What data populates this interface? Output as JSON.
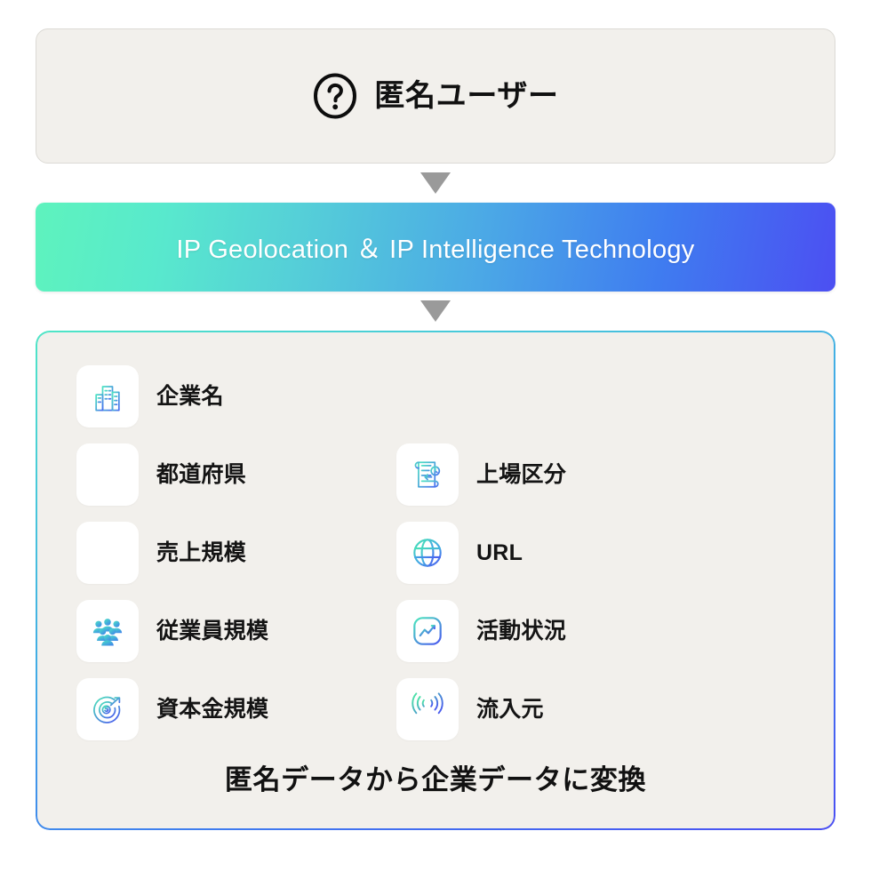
{
  "source_block": {
    "icon": "question-circle-icon",
    "label": "匿名ユーザー"
  },
  "connector": {
    "icon": "down-triangle-arrow-icon",
    "color": "#9a9a9a"
  },
  "technology_banner": {
    "label": "IP Geolocation ＆ IP Intelligence Technology",
    "gradient_start": "#5ef3bd",
    "gradient_end": "#4c4ff2",
    "text_color": "#ffffff"
  },
  "result_panel": {
    "border_gradient_start": "#4fe6c6",
    "border_gradient_end": "#4a4ef3",
    "background": "#f2f0ec",
    "caption": "匿名データから企業データに変換",
    "attributes": [
      {
        "label": "企業名",
        "icon": "office-building-icon",
        "icon_present": true,
        "column": "left"
      },
      {
        "label": "都道府県",
        "icon": "blank-tile-icon",
        "icon_present": false,
        "column": "left"
      },
      {
        "label": "売上規模",
        "icon": "blank-tile-icon",
        "icon_present": false,
        "column": "left"
      },
      {
        "label": "従業員規模",
        "icon": "people-group-icon",
        "icon_present": true,
        "column": "left"
      },
      {
        "label": "資本金規模",
        "icon": "coin-target-icon",
        "icon_present": true,
        "column": "left"
      },
      {
        "label": "上場区分",
        "icon": "document-scroll-icon",
        "icon_present": true,
        "column": "right"
      },
      {
        "label": "URL",
        "icon": "globe-icon",
        "icon_present": true,
        "column": "right"
      },
      {
        "label": "活動状況",
        "icon": "trend-chart-icon",
        "icon_present": true,
        "column": "right"
      },
      {
        "label": "流入元",
        "icon": "signal-antenna-icon",
        "icon_present": true,
        "column": "right"
      }
    ]
  }
}
